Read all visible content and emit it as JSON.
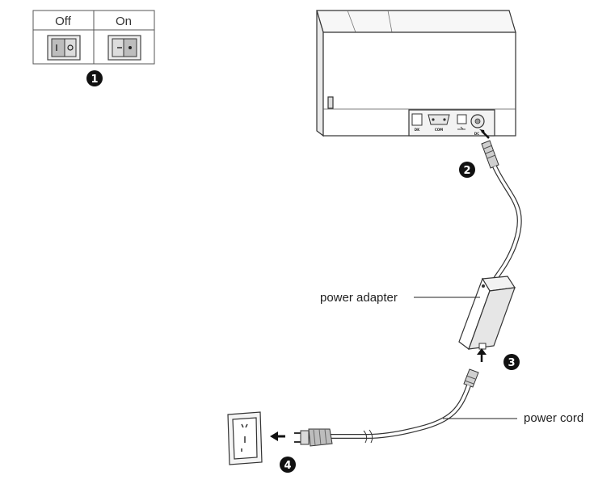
{
  "switch_table": {
    "header_off": "Off",
    "header_on": "On"
  },
  "steps": [
    "1",
    "2",
    "3",
    "4"
  ],
  "labels": {
    "power_adapter": "power adapter",
    "power_cord": "power cord"
  },
  "port_labels": {
    "dk": "DK",
    "com": "COM",
    "dc": "DC"
  }
}
